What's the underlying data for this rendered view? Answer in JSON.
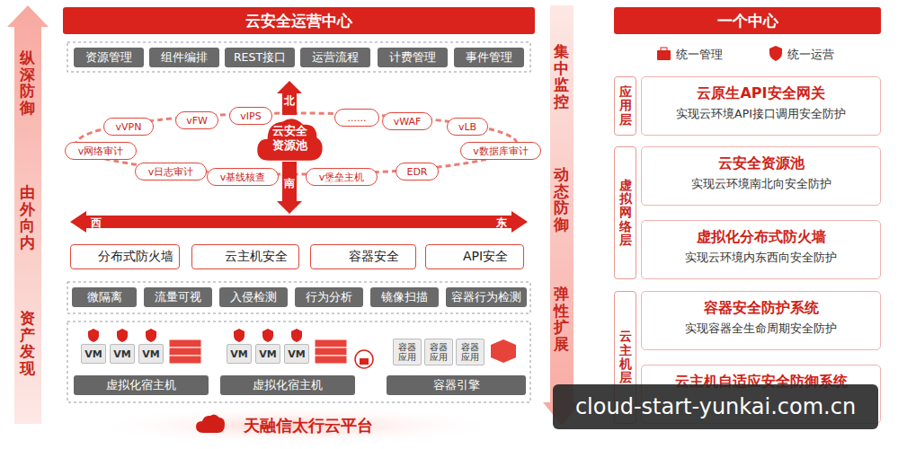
{
  "diagram": {
    "nodes": [
      {
        "text": [
          "云安全运营中心"
        ]
      },
      {
        "text": [
          "资源管理"
        ]
      },
      {
        "text": [
          "组件编排"
        ]
      },
      {
        "text": [
          "REST接口"
        ]
      },
      {
        "text": [
          "运营流程"
        ]
      },
      {
        "text": [
          "计费管理"
        ]
      },
      {
        "text": [
          "事件管理"
        ]
      },
      {
        "text": [
          "云安全资源池"
        ]
      },
      {
        "text": [
          "vVPN"
        ]
      },
      {
        "text": [
          "vFW"
        ]
      },
      {
        "text": [
          "vIPS"
        ]
      },
      {
        "text": [
          "......"
        ]
      },
      {
        "text": [
          "vWAF"
        ]
      },
      {
        "text": [
          "vLB"
        ]
      },
      {
        "text": [
          "v网络审计"
        ]
      },
      {
        "text": [
          "v数据库审计"
        ]
      },
      {
        "text": [
          "v日志审计"
        ]
      },
      {
        "text": [
          "v基线核查"
        ]
      },
      {
        "text": [
          "v堡垒主机"
        ]
      },
      {
        "text": [
          "EDR"
        ]
      },
      {
        "text": [
          "分布式防火墙"
        ]
      },
      {
        "text": [
          "云主机安全"
        ]
      },
      {
        "text": [
          "容器安全"
        ]
      },
      {
        "text": [
          "API安全"
        ]
      },
      {
        "text": [
          "微隔离"
        ]
      },
      {
        "text": [
          "流量可视"
        ]
      },
      {
        "text": [
          "入侵检测"
        ]
      },
      {
        "text": [
          "行为分析"
        ]
      },
      {
        "text": [
          "镜像扫描"
        ]
      },
      {
        "text": [
          "容器行为检测"
        ]
      },
      {
        "text": [
          "VM"
        ]
      },
      {
        "text": [
          "VM"
        ]
      },
      {
        "text": [
          "VM"
        ]
      },
      {
        "text": [
          "虚拟化宿主机"
        ]
      },
      {
        "text": [
          "VM"
        ]
      },
      {
        "text": [
          "VM"
        ]
      },
      {
        "text": [
          "VM"
        ]
      },
      {
        "text": [
          "虚拟化宿主机"
        ]
      },
      {
        "text": [
          "容器应用"
        ]
      },
      {
        "text": [
          "容器应用"
        ]
      },
      {
        "text": [
          "容器应用"
        ]
      },
      {
        "text": [
          "容器引擎"
        ]
      },
      {
        "text": [
          "天融信太行云平台"
        ]
      },
      {
        "text": [
          "一个中心"
        ]
      },
      {
        "text": [
          "应用层"
        ]
      },
      {
        "text": [
          "云原生API安全网关",
          "实现云环境API接口调用安全防护"
        ]
      },
      {
        "text": [
          "虚拟网络层"
        ]
      },
      {
        "text": [
          "云安全资源池",
          "实现云环境南北向安全防护"
        ]
      },
      {
        "text": [
          "虚拟化分布式防火墙",
          "实现云环境内东西向安全防护"
        ]
      },
      {
        "text": [
          "云主机层"
        ]
      },
      {
        "text": [
          "容器安全防护系统",
          "实现容器全生命周期安全防护"
        ]
      },
      {
        "text": [
          "云主机自适应安全防御系统"
        ]
      }
    ],
    "labels": [
      "纵深防御",
      "由外向内",
      "资产发现",
      "北",
      "南",
      "西",
      "东",
      "集中监控",
      "动态防御",
      "弹性扩展",
      "统一管理",
      "统一运营",
      "cloud-start-yunkai.com.cn"
    ]
  }
}
